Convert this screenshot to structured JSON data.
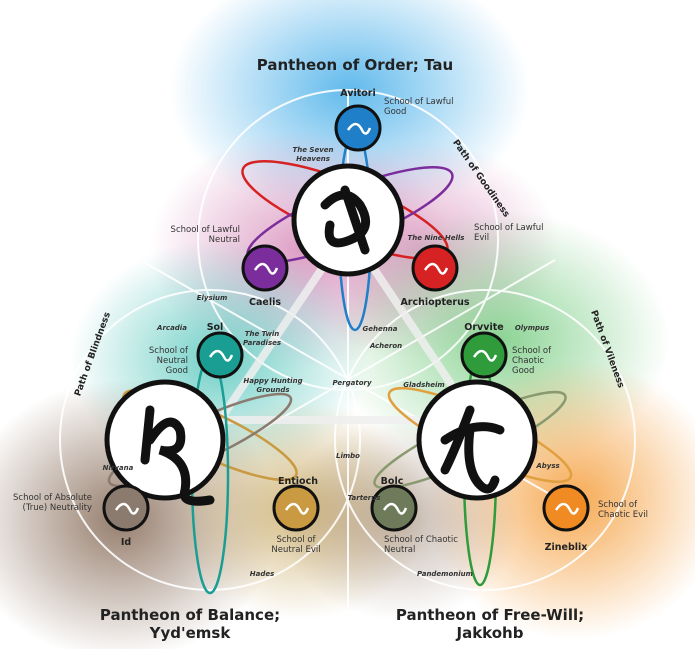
{
  "pantheons": [
    {
      "title": [
        "Pantheon of Order; Tau"
      ]
    },
    {
      "title": [
        "Pantheon of Balance;",
        "Yyd'emsk"
      ]
    },
    {
      "title": [
        "Pantheon of Free-Will;",
        "Jakkohb"
      ]
    }
  ],
  "paths": [
    "Path of Goodiness",
    "Path of Blindness",
    "Path of Vileness"
  ],
  "deities": [
    {
      "name": "Avitori",
      "school": [
        "School of Lawful",
        "Good"
      ],
      "color": "#1f7fc8"
    },
    {
      "name": "Caelis",
      "school": [
        "School of Lawful",
        "Neutral"
      ],
      "color": "#7b2d9c"
    },
    {
      "name": "Archiopterus",
      "school": [
        "School of Lawful",
        "Evil"
      ],
      "color": "#d62222"
    },
    {
      "name": "Sol",
      "school": [
        "School of",
        "Neutral",
        "Good"
      ],
      "color": "#1a9e94"
    },
    {
      "name": "Orvvite",
      "school": [
        "School of",
        "Chaotic",
        "Good"
      ],
      "color": "#2f9b3b"
    },
    {
      "name": "Id",
      "school": [
        "School of Absolute",
        "(True) Neutrality"
      ],
      "color": "#8b7b6f"
    },
    {
      "name": "Entioch",
      "school": [
        "School of",
        "Neutral Evil"
      ],
      "color": "#c99a42"
    },
    {
      "name": "Bolc",
      "school": [
        "School of Chaotic",
        "Neutral"
      ],
      "color": "#6e7b5b"
    },
    {
      "name": "Zineblix",
      "school": [
        "School of",
        "Chaotic Evil"
      ],
      "color": "#f08a22"
    }
  ],
  "realms": [
    "The Seven Heavens",
    "The Nine Hells",
    "Elysium",
    "Arcadia",
    "The Twin Paradises",
    "Gehenna",
    "Acheron",
    "Olympus",
    "Happy Hunting Grounds",
    "Pergatory",
    "Gladsheim",
    "Limbo",
    "Nirvana",
    "Abyss",
    "Tarterus",
    "Hades",
    "Pandemonium"
  ]
}
